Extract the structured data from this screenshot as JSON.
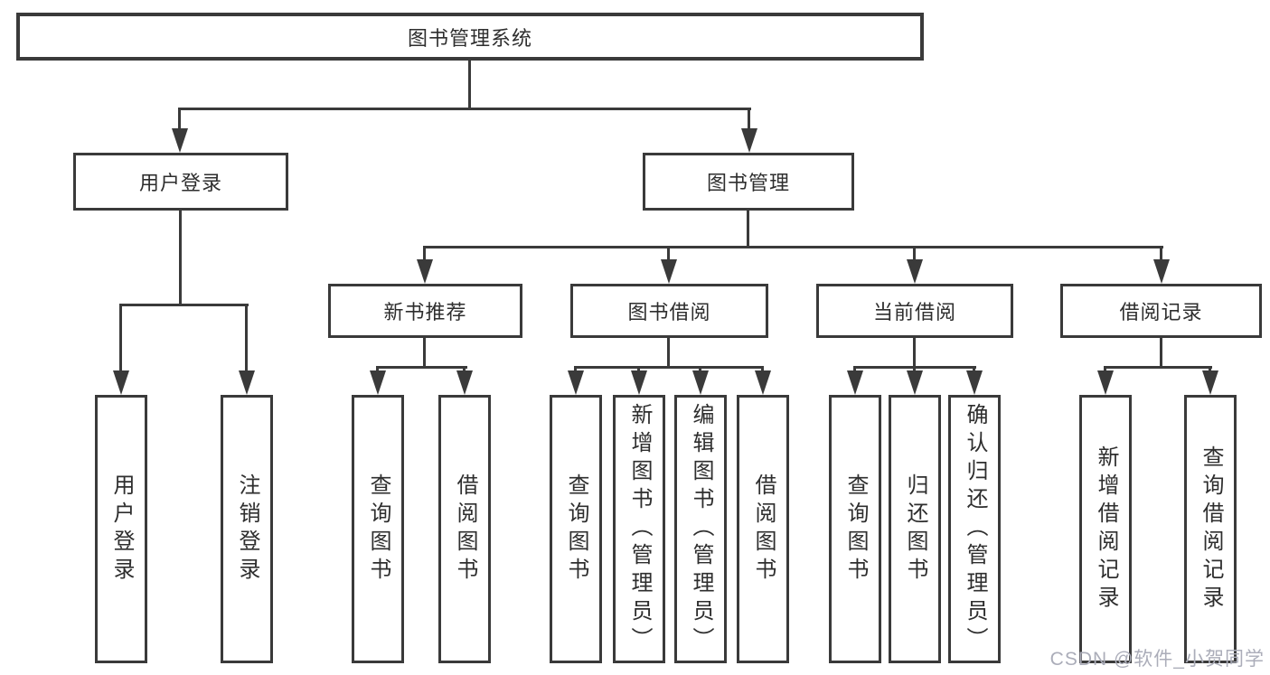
{
  "tree": {
    "root": "图书管理系统",
    "user_login": {
      "label": "用户登录",
      "children": [
        "用户登录",
        "注销登录"
      ]
    },
    "book_management": {
      "label": "图书管理",
      "new_book_recommend": {
        "label": "新书推荐",
        "children": [
          "查询图书",
          "借阅图书"
        ]
      },
      "book_borrow": {
        "label": "图书借阅",
        "children": [
          "查询图书",
          "新增图书（管理员）",
          "编辑图书（管理员）",
          "借阅图书"
        ]
      },
      "current_borrow": {
        "label": "当前借阅",
        "children": [
          "查询图书",
          "归还图书",
          "确认归还（管理员）"
        ]
      },
      "borrow_records": {
        "label": "借阅记录",
        "children": [
          "新增借阅记录",
          "查询借阅记录"
        ]
      }
    }
  },
  "watermark": "CSDN @软件_小贺同学",
  "colors": {
    "line": "#3a3a3a",
    "text": "#2e2e2e",
    "watermark": "#abadb9",
    "background": "#ffffff"
  }
}
